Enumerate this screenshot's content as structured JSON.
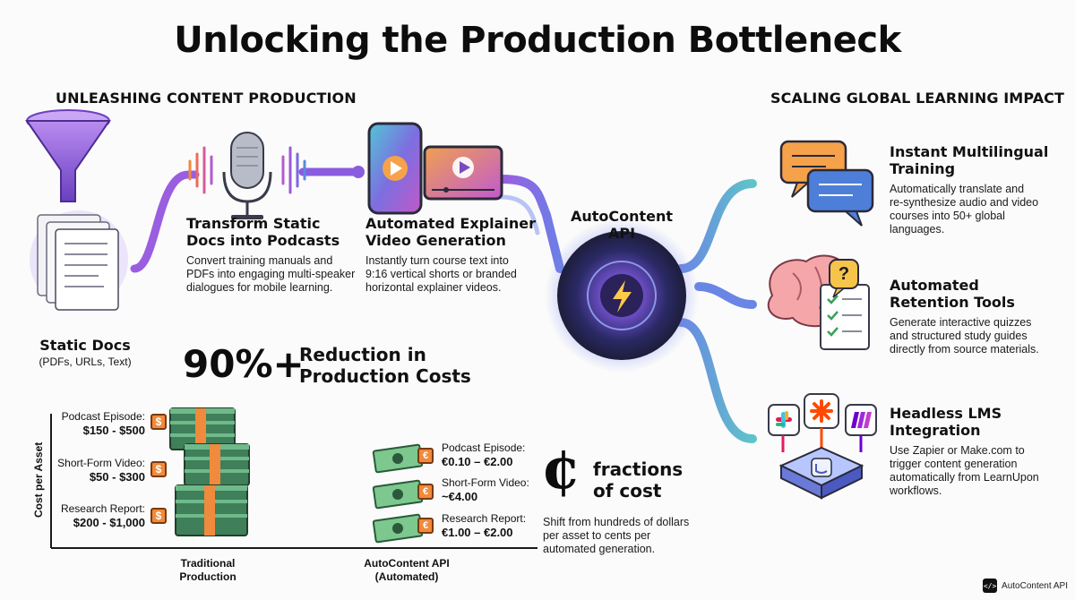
{
  "title": "Unlocking the Production Bottleneck",
  "left_section": {
    "heading": "UNLEASHING CONTENT PRODUCTION"
  },
  "right_section": {
    "heading": "SCALING GLOBAL LEARNING IMPACT"
  },
  "static_docs": {
    "title": "Static Docs",
    "subtitle": "(PDFs, URLs, Text)"
  },
  "podcasts": {
    "title_line1": "Transform Static",
    "title_line2": "Docs into Podcasts",
    "desc_line1": "Convert training manuals and",
    "desc_line2": "PDFs into engaging multi-speaker",
    "desc_line3": "dialogues for mobile learning."
  },
  "video": {
    "title_line1": "Automated Explainer",
    "title_line2": "Video Generation",
    "desc_line1": "Instantly turn course text into",
    "desc_line2": "9:16 vertical shorts or branded",
    "desc_line3": "horizontal explainer videos."
  },
  "hub": {
    "label": "AutoContent API"
  },
  "multilingual": {
    "title_line1": "Instant Multilingual",
    "title_line2": "Training",
    "desc_line1": "Automatically translate and",
    "desc_line2": "re-synthesize audio and video",
    "desc_line3": "courses into 50+ global",
    "desc_line4": "languages."
  },
  "retention": {
    "title_line1": "Automated",
    "title_line2": "Retention Tools",
    "desc_line1": "Generate interactive quizzes",
    "desc_line2": "and structured study guides",
    "desc_line3": "directly from source materials."
  },
  "lms": {
    "title_line1": "Headless LMS",
    "title_line2": "Integration",
    "desc_line1": "Use Zapier or Make.com to",
    "desc_line2": "trigger content generation",
    "desc_line3": "automatically from LearnUpon",
    "desc_line4": "workflows."
  },
  "reduction": {
    "number": "90%+",
    "line1": "Reduction in",
    "line2": "Production Costs"
  },
  "chart": {
    "ylabel": "Cost per Asset",
    "traditional_label_line1": "Traditional",
    "traditional_label_line2": "Production",
    "api_label_line1": "AutoContent API",
    "api_label_line2": "(Automated)"
  },
  "traditional_costs": [
    {
      "label": "Podcast Episode:",
      "value": "$150 - $500"
    },
    {
      "label": "Short-Form Video:",
      "value": "$50 - $300"
    },
    {
      "label": "Research Report:",
      "value": "$200 - $1,000"
    }
  ],
  "api_costs": [
    {
      "label": "Podcast Episode:",
      "value": "€0.10 – €2.00"
    },
    {
      "label": "Short-Form Video:",
      "value": "~€4.00"
    },
    {
      "label": "Research Report:",
      "value": "€1.00 – €2.00"
    }
  ],
  "fractions": {
    "glyph": "¢",
    "line1": "fractions",
    "line2": "of cost",
    "desc_line1": "Shift from hundreds of dollars",
    "desc_line2": "per asset to cents per",
    "desc_line3": "automated generation."
  },
  "icons": {
    "dollar": "$",
    "euro": "€",
    "question": "?",
    "code": "</>"
  },
  "badge": {
    "label": "AutoContent API"
  },
  "colors": {
    "purple": "#8e5bd8",
    "blue": "#5b7fe0",
    "teal": "#4fb6c4",
    "orange": "#f08a3c",
    "money_green": "#3f7f5a",
    "cash_light": "#6fb98a"
  }
}
